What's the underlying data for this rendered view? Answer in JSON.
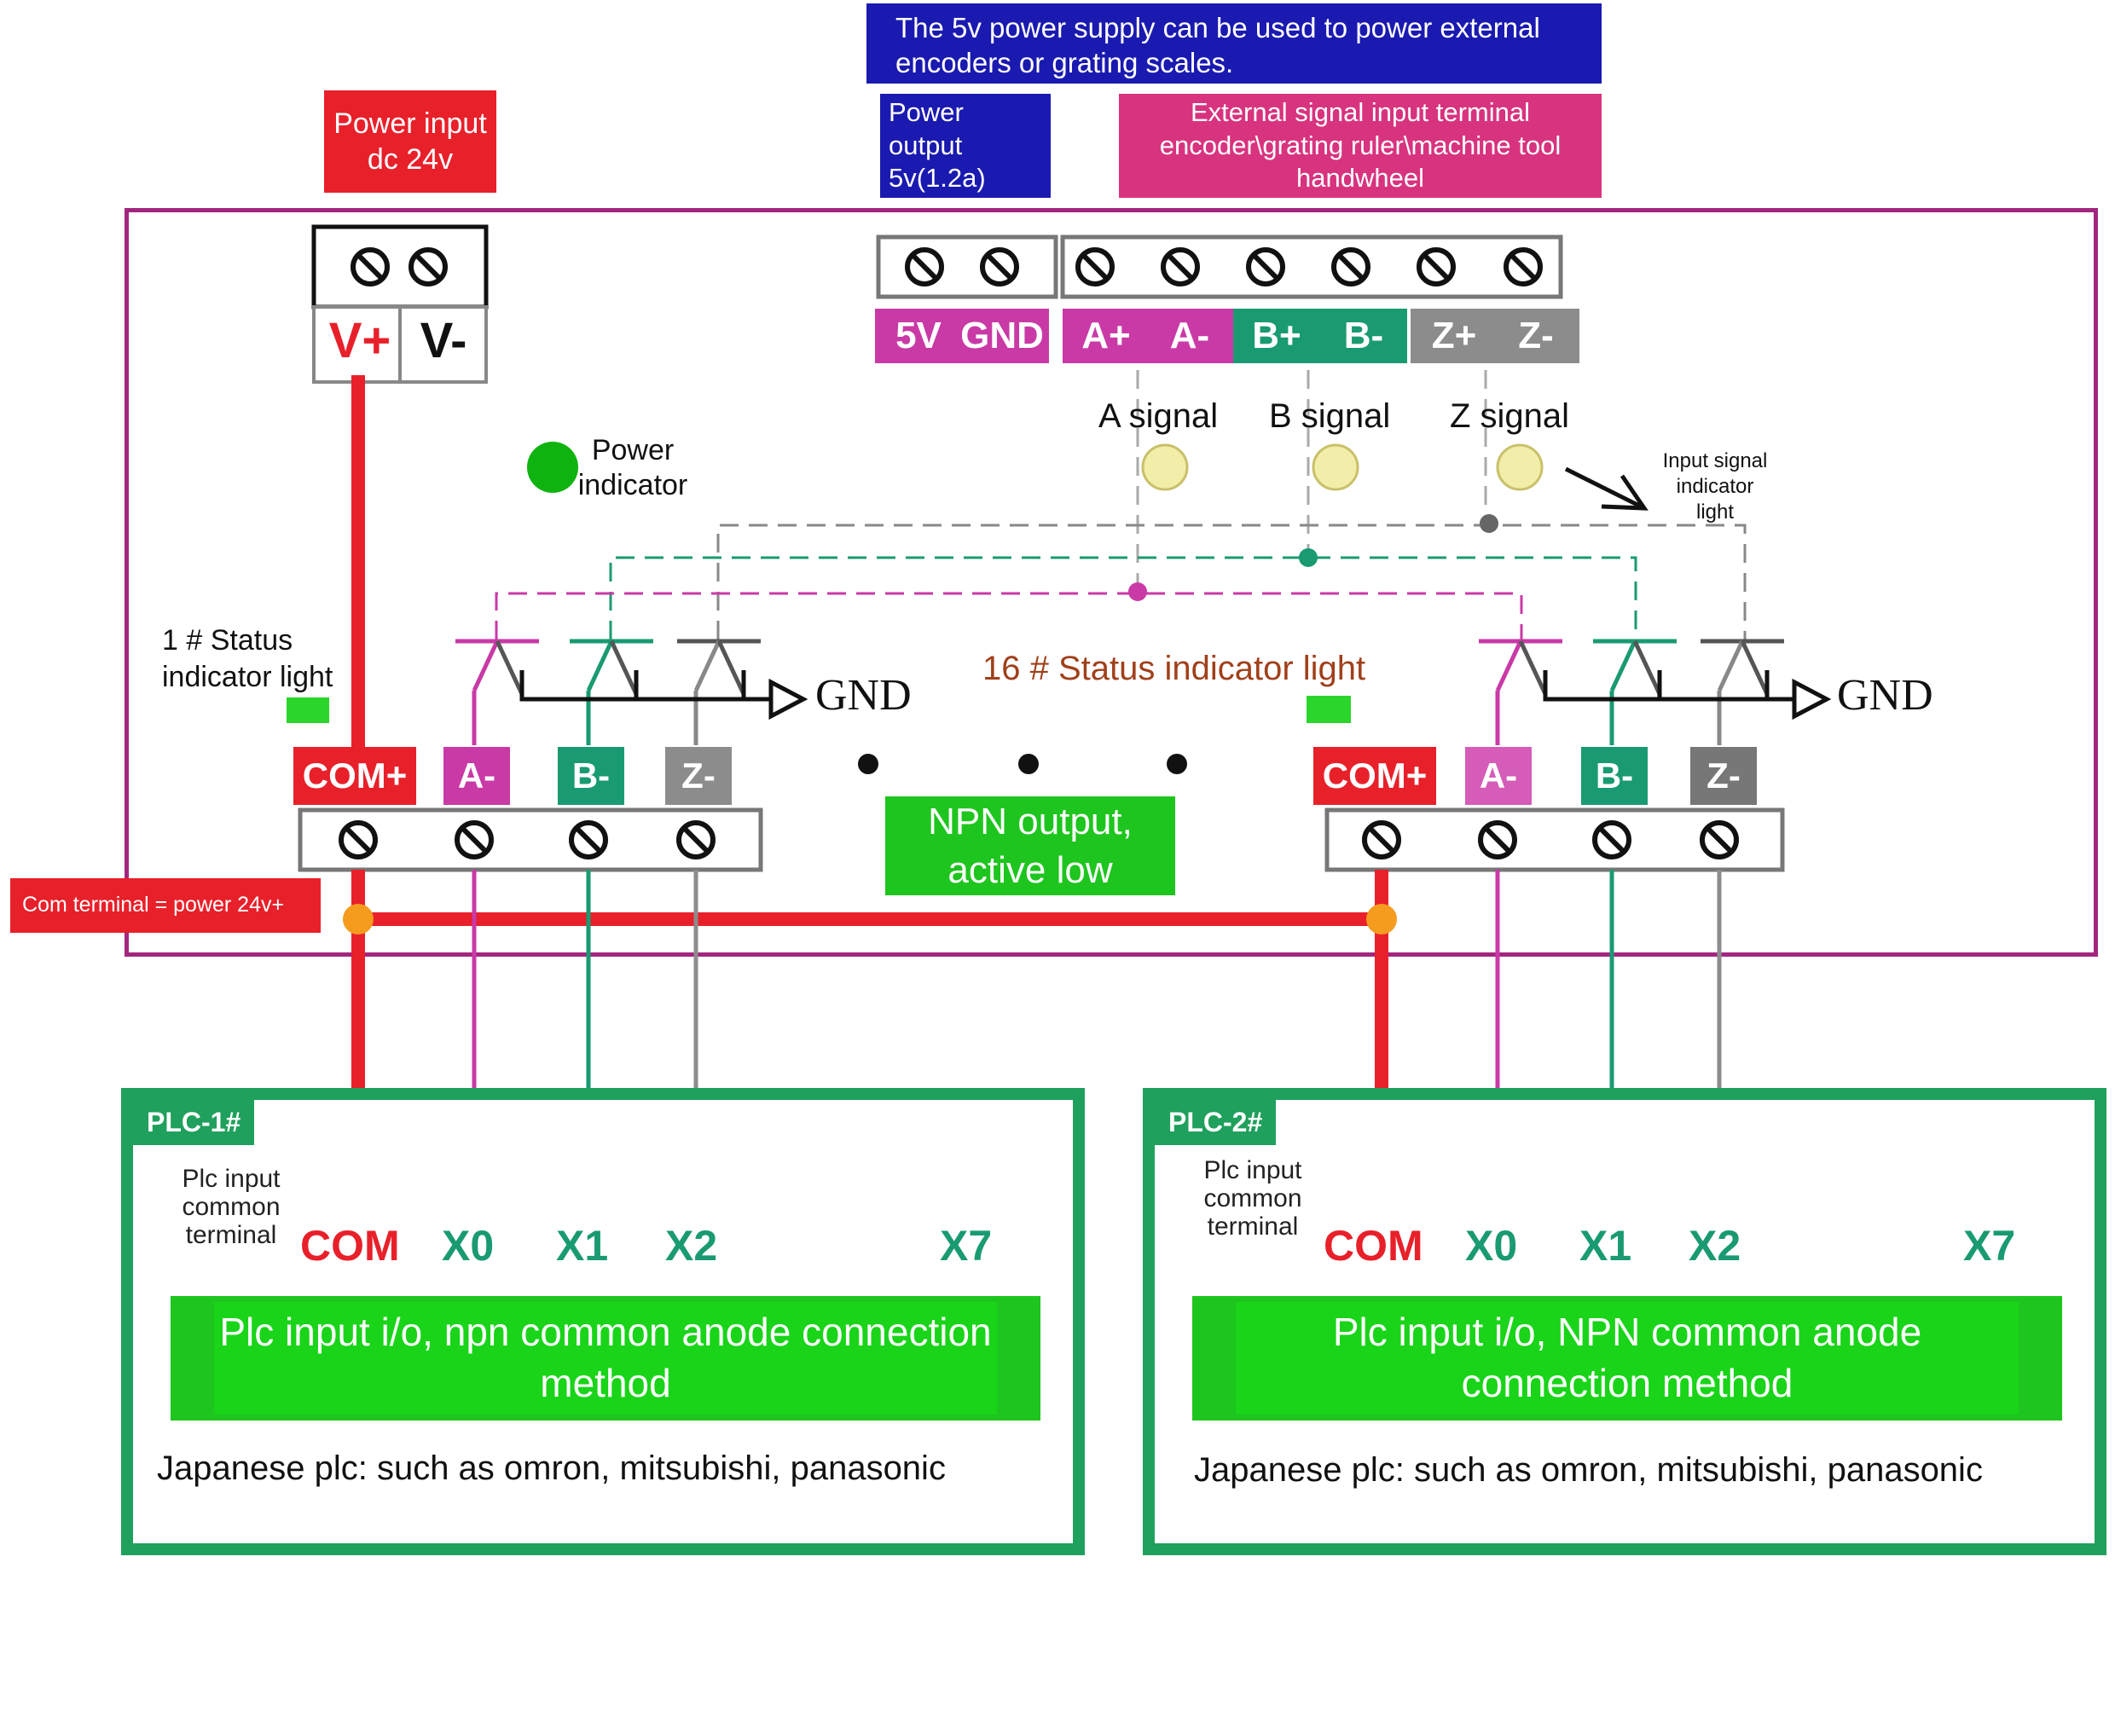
{
  "callouts": {
    "supply_note": "The 5v power supply can be used to power external encoders or grating scales.",
    "power_input": "Power input dc 24v",
    "power_output": "Power output 5v(1.2a)",
    "ext_signal": "External signal input terminal encoder\\grating ruler\\machine tool handwheel",
    "com_terminal": "Com terminal = power 24v+"
  },
  "power_terminal": {
    "vplus": "V+",
    "vminus": "V-"
  },
  "top_terminals": [
    "5V",
    "GND",
    "A+",
    "A-",
    "B+",
    "B-",
    "Z+",
    "Z-"
  ],
  "signals": {
    "a": "A signal",
    "b": "B signal",
    "z": "Z signal"
  },
  "indicators": {
    "power": "Power indicator",
    "input_signal": "Input signal indicator light",
    "status1": "1 # Status indicator light",
    "status16": "16 # Status indicator light"
  },
  "gnd": "GND",
  "output_labels": [
    "COM+",
    "A-",
    "B-",
    "Z-"
  ],
  "npn_output": "NPN output, active low",
  "plc": [
    {
      "tag": "PLC-1#",
      "common_label": "Plc input common terminal",
      "io": [
        "COM",
        "X0",
        "X1",
        "X2",
        "X7"
      ],
      "banner": "Plc input i/o, npn common anode connection method",
      "note": "Japanese plc: such as omron, mitsubishi, panasonic"
    },
    {
      "tag": "PLC-2#",
      "common_label": "Plc input common terminal",
      "io": [
        "COM",
        "X0",
        "X1",
        "X2",
        "X7"
      ],
      "banner": "Plc input i/o, NPN common anode connection method",
      "note": "Japanese plc: such as omron, mitsubishi, panasonic"
    }
  ],
  "colors": {
    "red": "#e8202a",
    "magenta": "#c93aa6",
    "teal": "#1a9a72",
    "gray": "#8c8c8c",
    "green": "#1ec51e",
    "navy": "#1a1ab0",
    "pink": "#d8337e",
    "frame": "#a3267e"
  }
}
